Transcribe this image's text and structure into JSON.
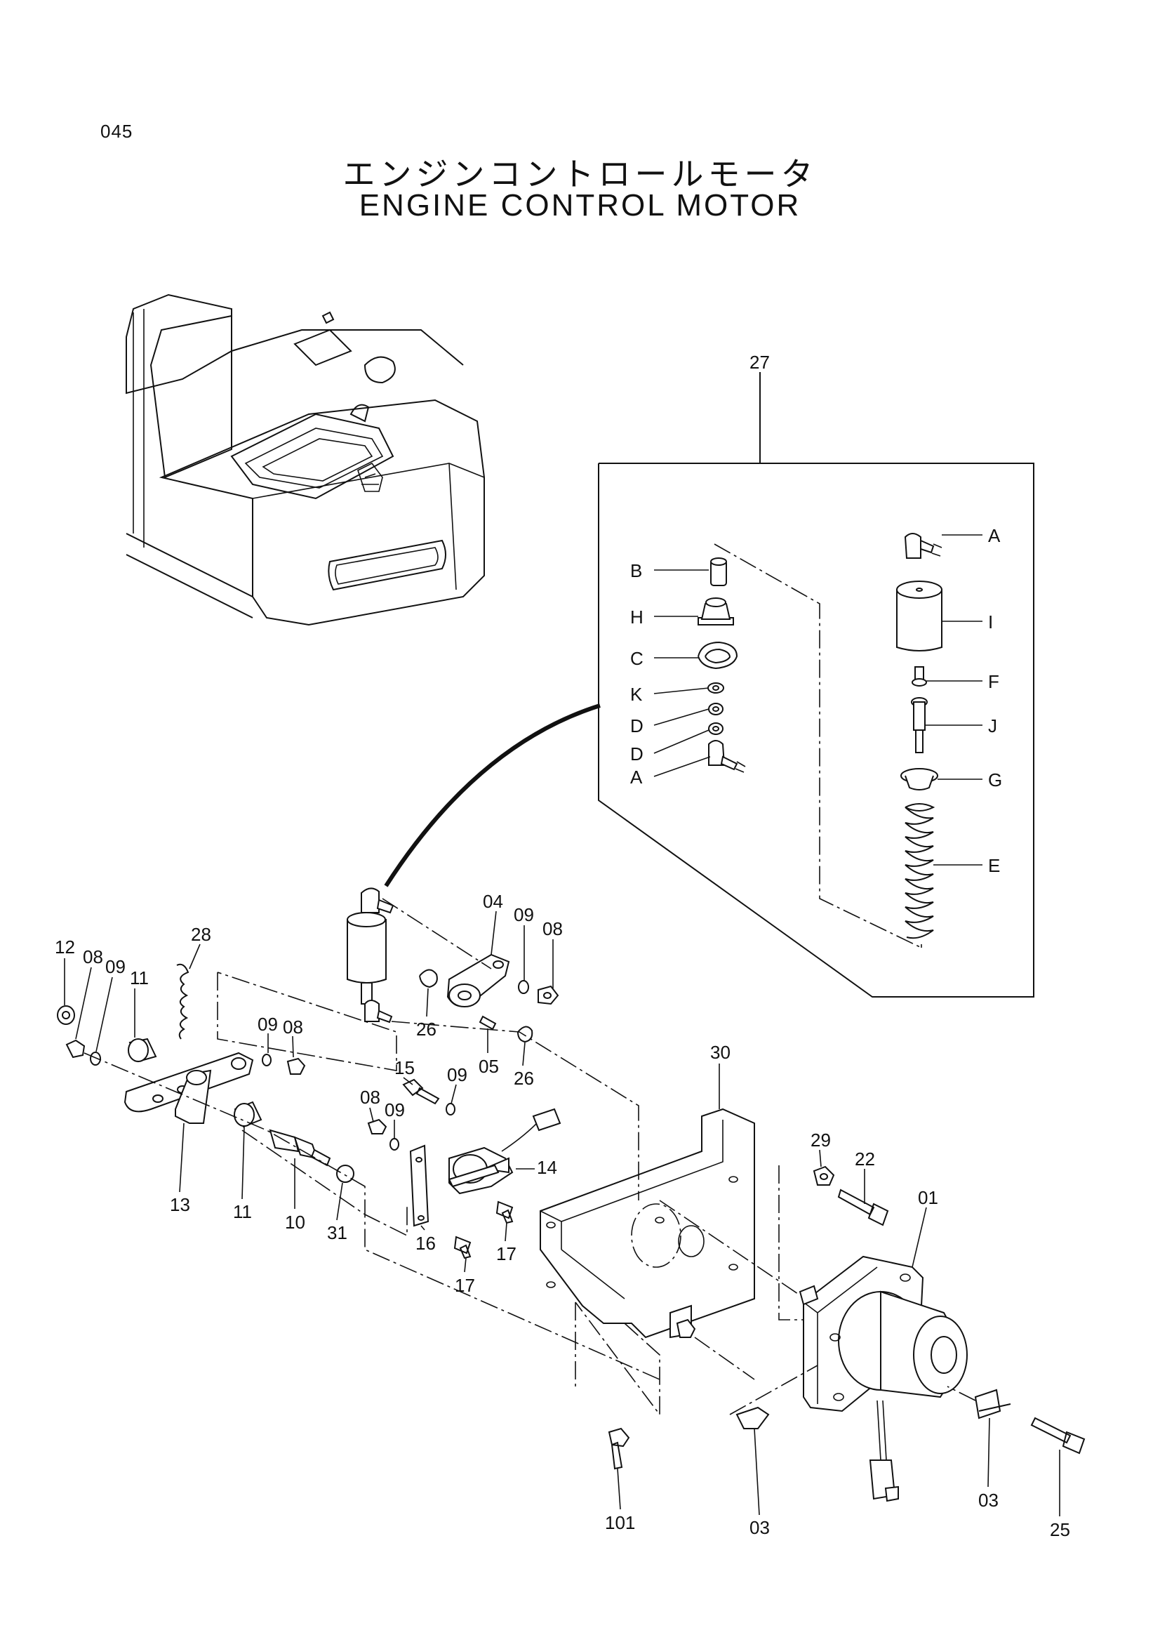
{
  "page_number": "045",
  "title_jp": "エンジンコントロールモータ",
  "title_en": "ENGINE CONTROL MOTOR",
  "callouts": {
    "c27": "27",
    "c04": "04",
    "c09a": "09",
    "c08a": "08",
    "c12": "12",
    "c08b": "08",
    "c09b": "09",
    "c11a": "11",
    "c28": "28",
    "c26a": "26",
    "c09c": "09",
    "c08c": "08",
    "c05": "05",
    "c26b": "26",
    "c30": "30",
    "c15": "15",
    "c09d": "09",
    "c08d": "08",
    "c09e": "09",
    "c14": "14",
    "c29": "29",
    "c22": "22",
    "c01": "01",
    "c13": "13",
    "c11b": "11",
    "c10": "10",
    "c31": "31",
    "c16": "16",
    "c17a": "17",
    "c17b": "17",
    "c101": "101",
    "c03a": "03",
    "c03b": "03",
    "c25": "25"
  },
  "kit_labels": {
    "A1": "A",
    "B": "B",
    "H": "H",
    "I": "I",
    "C": "C",
    "K": "K",
    "F": "F",
    "D1": "D",
    "J": "J",
    "D2": "D",
    "A2": "A",
    "G": "G",
    "E": "E"
  }
}
